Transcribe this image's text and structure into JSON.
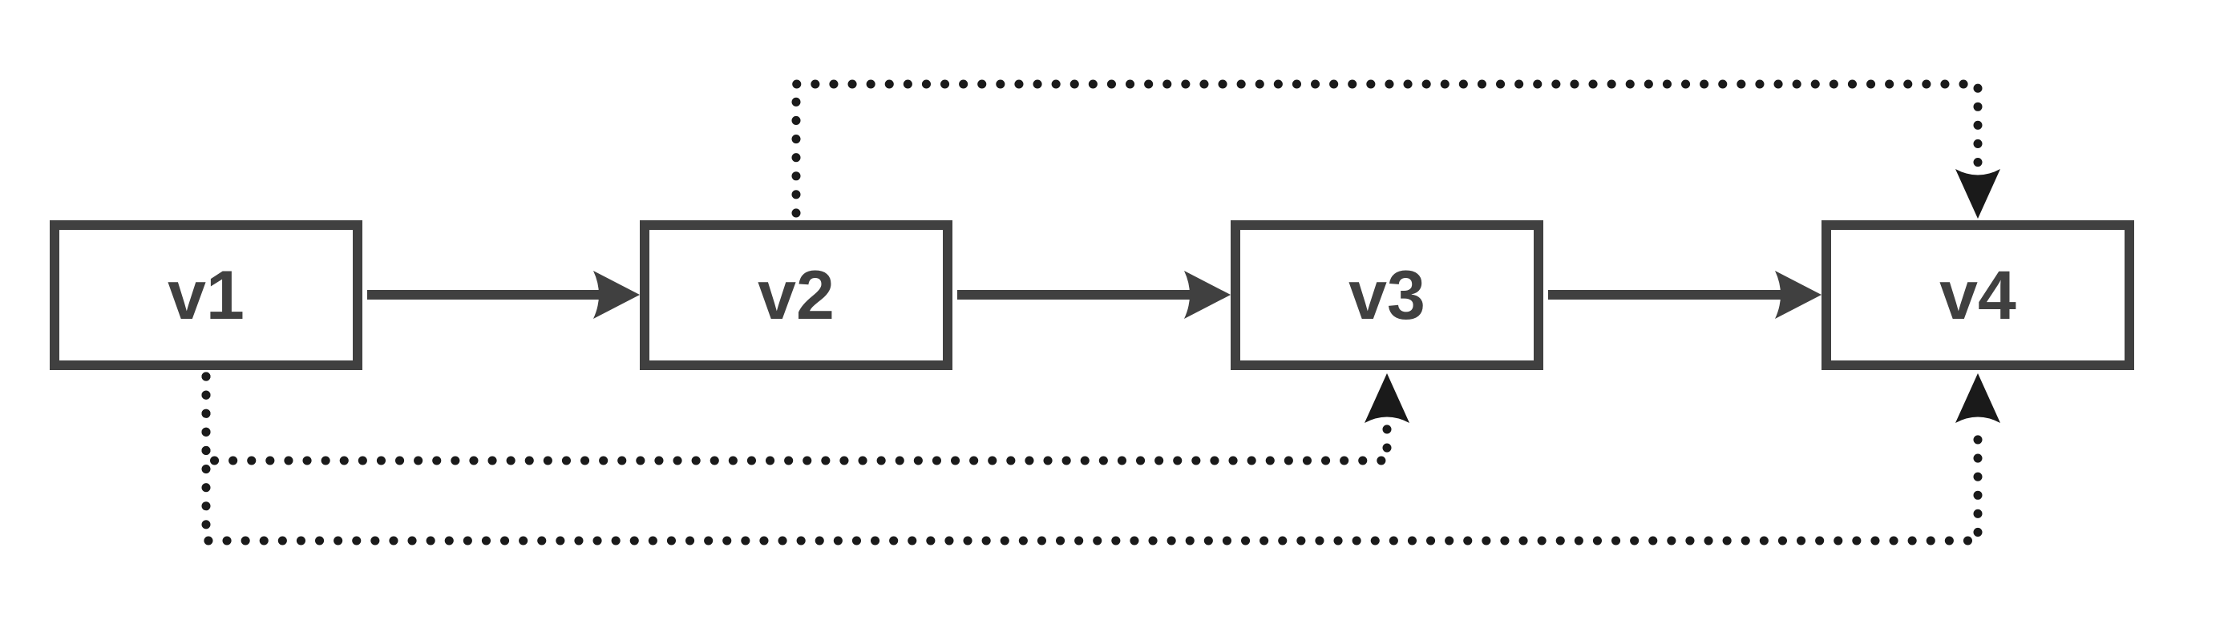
{
  "diagram": {
    "type": "flowchart",
    "direction": "left-to-right",
    "background": "#ffffff",
    "colors": {
      "node_border": "#404040",
      "node_fill": "#ffffff",
      "solid_edge": "#404040",
      "dotted_edge": "#1a1a1a",
      "label": "#404040"
    },
    "nodes": [
      {
        "id": "v1",
        "label": "v1"
      },
      {
        "id": "v2",
        "label": "v2"
      },
      {
        "id": "v3",
        "label": "v3"
      },
      {
        "id": "v4",
        "label": "v4"
      }
    ],
    "edges": [
      {
        "from": "v1",
        "to": "v2",
        "style": "solid",
        "route": "direct"
      },
      {
        "from": "v2",
        "to": "v3",
        "style": "solid",
        "route": "direct"
      },
      {
        "from": "v3",
        "to": "v4",
        "style": "solid",
        "route": "direct"
      },
      {
        "from": "v2",
        "to": "v4",
        "style": "dotted",
        "route": "over-top"
      },
      {
        "from": "v1",
        "to": "v3",
        "style": "dotted",
        "route": "under-bottom"
      },
      {
        "from": "v1",
        "to": "v4",
        "style": "dotted",
        "route": "under-bottom-lower"
      }
    ]
  }
}
